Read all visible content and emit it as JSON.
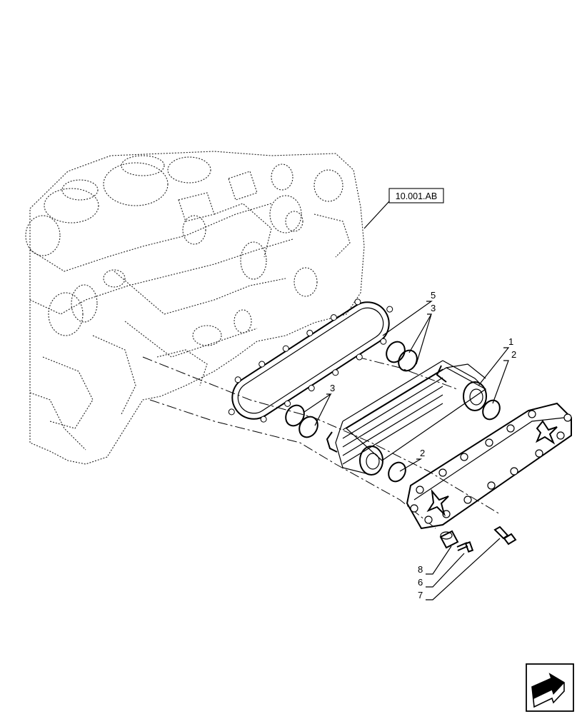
{
  "reference_box": {
    "text": "10.001.AB"
  },
  "callouts": [
    {
      "id": "c5",
      "text": "5"
    },
    {
      "id": "c3a",
      "text": "3"
    },
    {
      "id": "c3b",
      "text": "3"
    },
    {
      "id": "c1",
      "text": "1"
    },
    {
      "id": "c2a",
      "text": "2"
    },
    {
      "id": "c2b",
      "text": "2"
    },
    {
      "id": "c8",
      "text": "8"
    },
    {
      "id": "c6",
      "text": "6"
    },
    {
      "id": "c7",
      "text": "7"
    }
  ],
  "nav_icon": {
    "name": "next-page-arrow-icon"
  }
}
